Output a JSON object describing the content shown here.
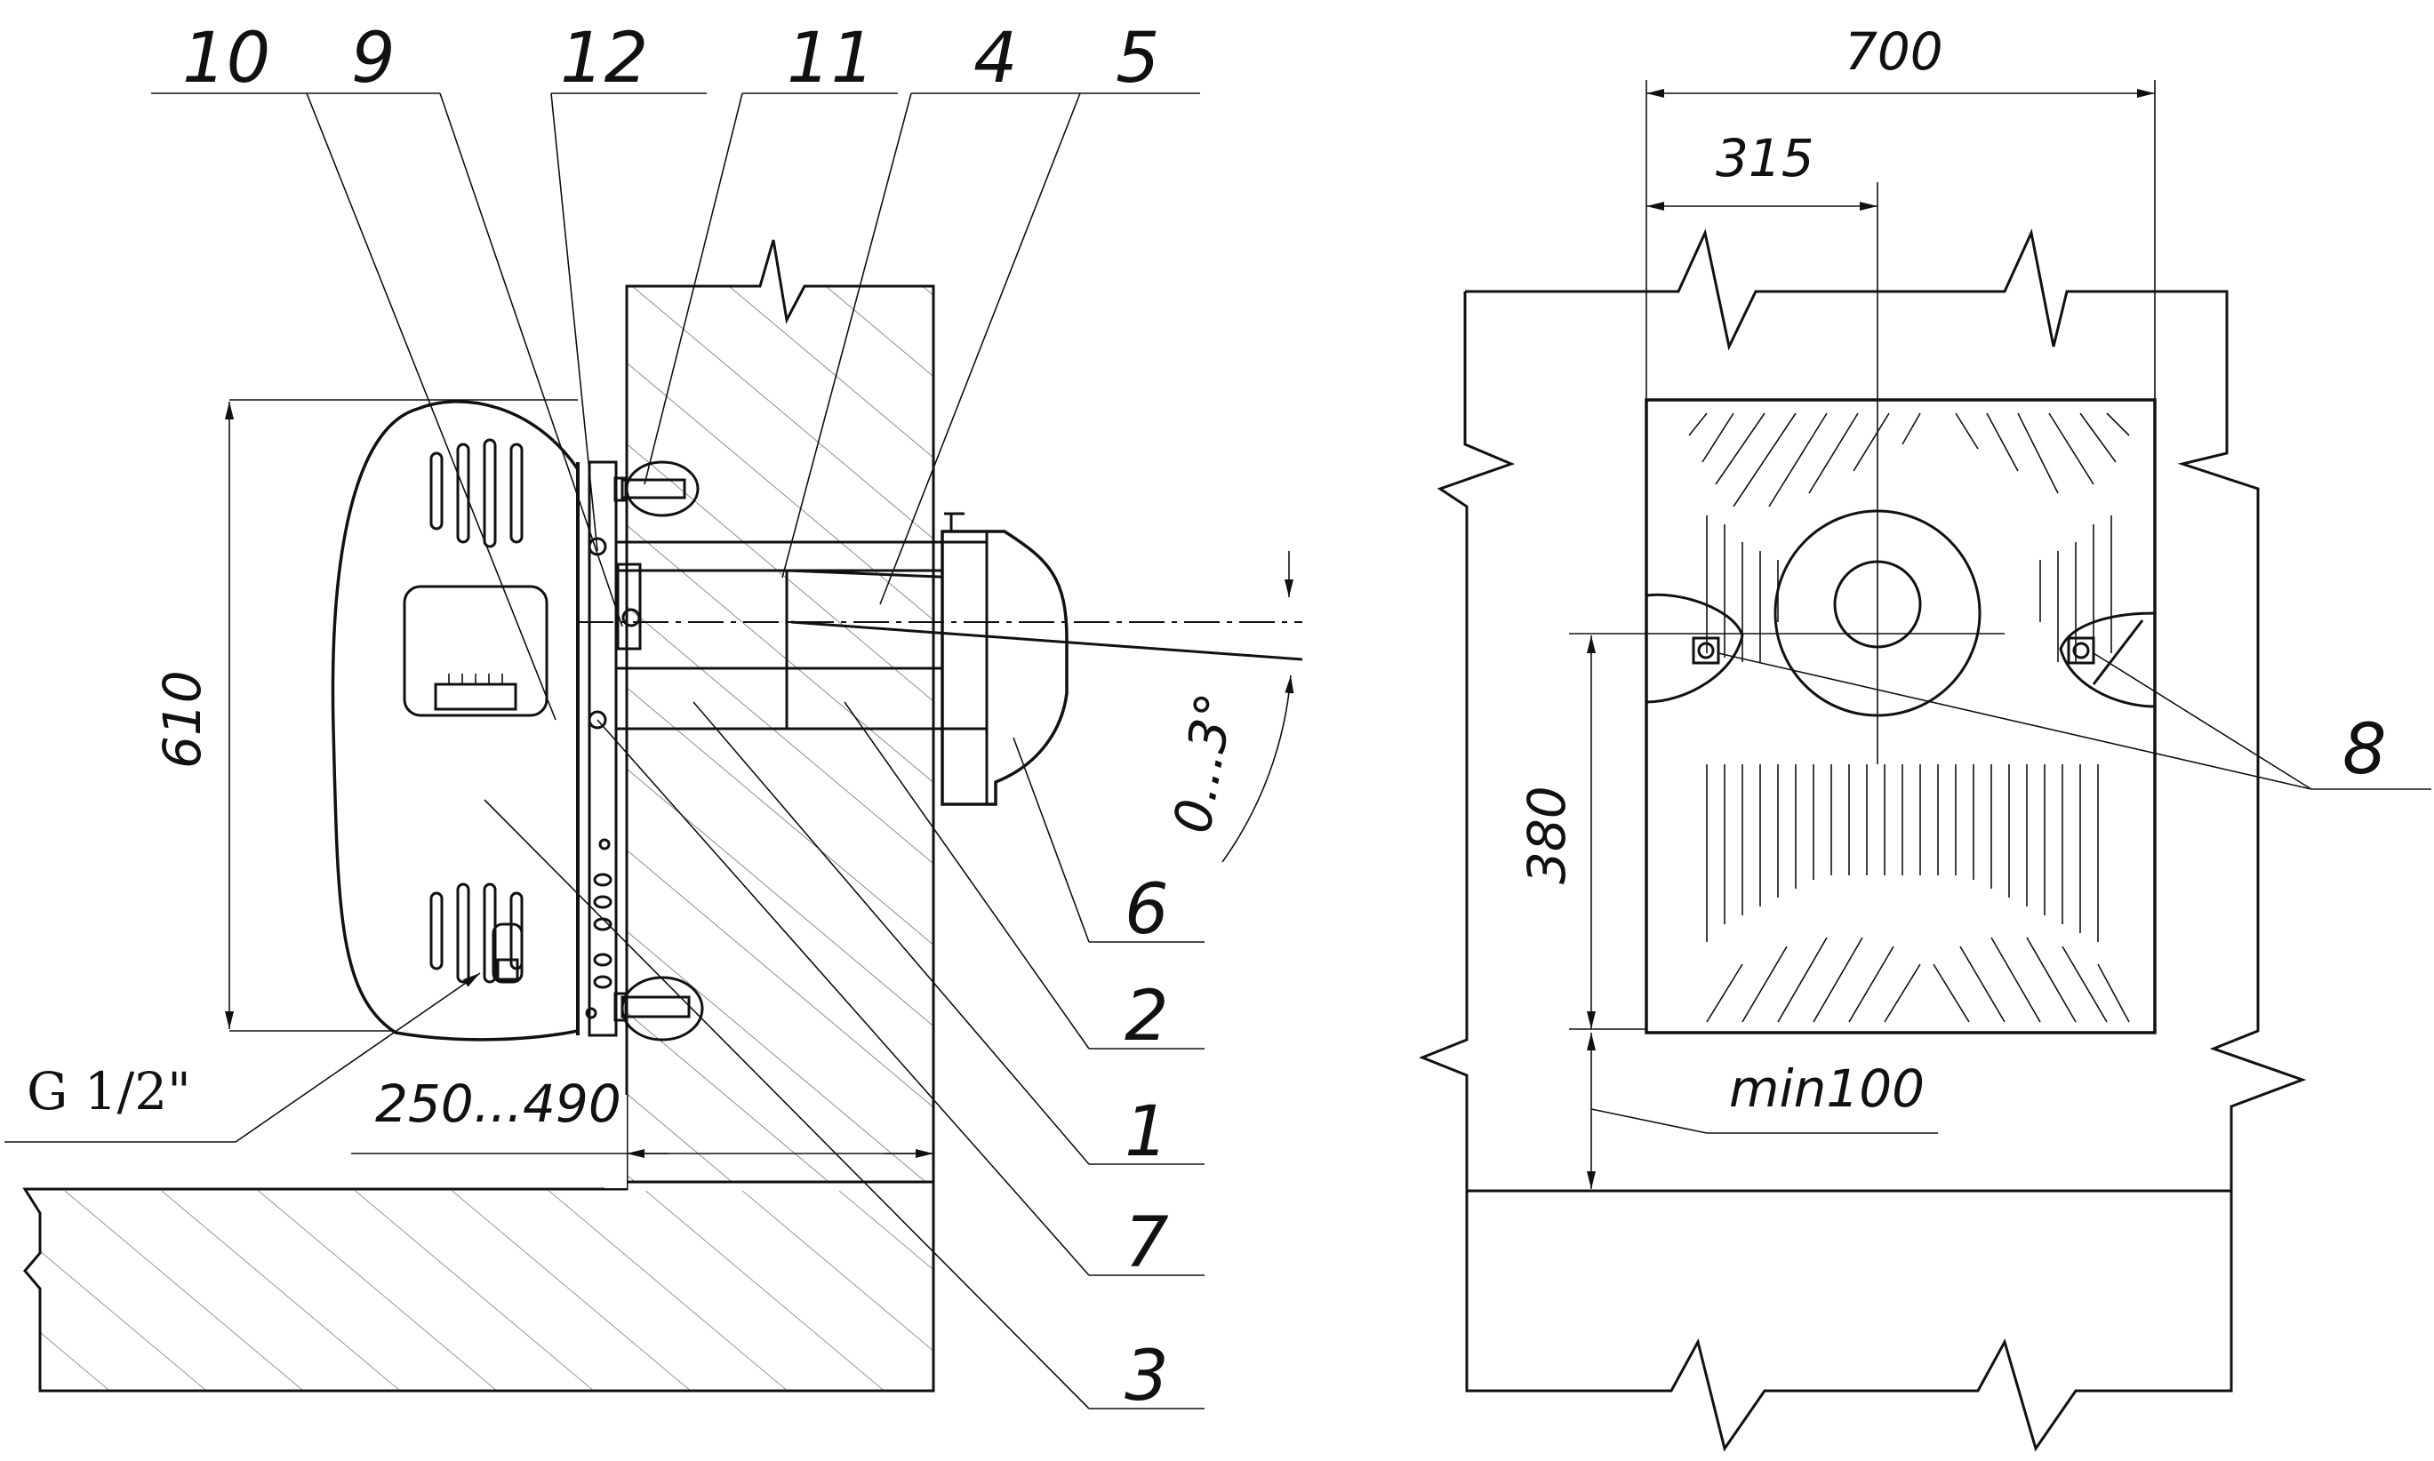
{
  "callouts": {
    "n10": "10",
    "n9": "9",
    "n12": "12",
    "n11": "11",
    "n4": "4",
    "n5": "5",
    "n6": "6",
    "n2": "2",
    "n1": "1",
    "n7": "7",
    "n3": "3",
    "n8": "8"
  },
  "dimensions": {
    "height_610": "610",
    "pipe_thread": "G 1/2\"",
    "depth_range": "250...490",
    "tilt_angle": "0...3°",
    "width_700": "700",
    "offset_315": "315",
    "height_380": "380",
    "floor_clearance": "min100"
  },
  "colors": {
    "line": "#111111",
    "background": "#ffffff"
  }
}
